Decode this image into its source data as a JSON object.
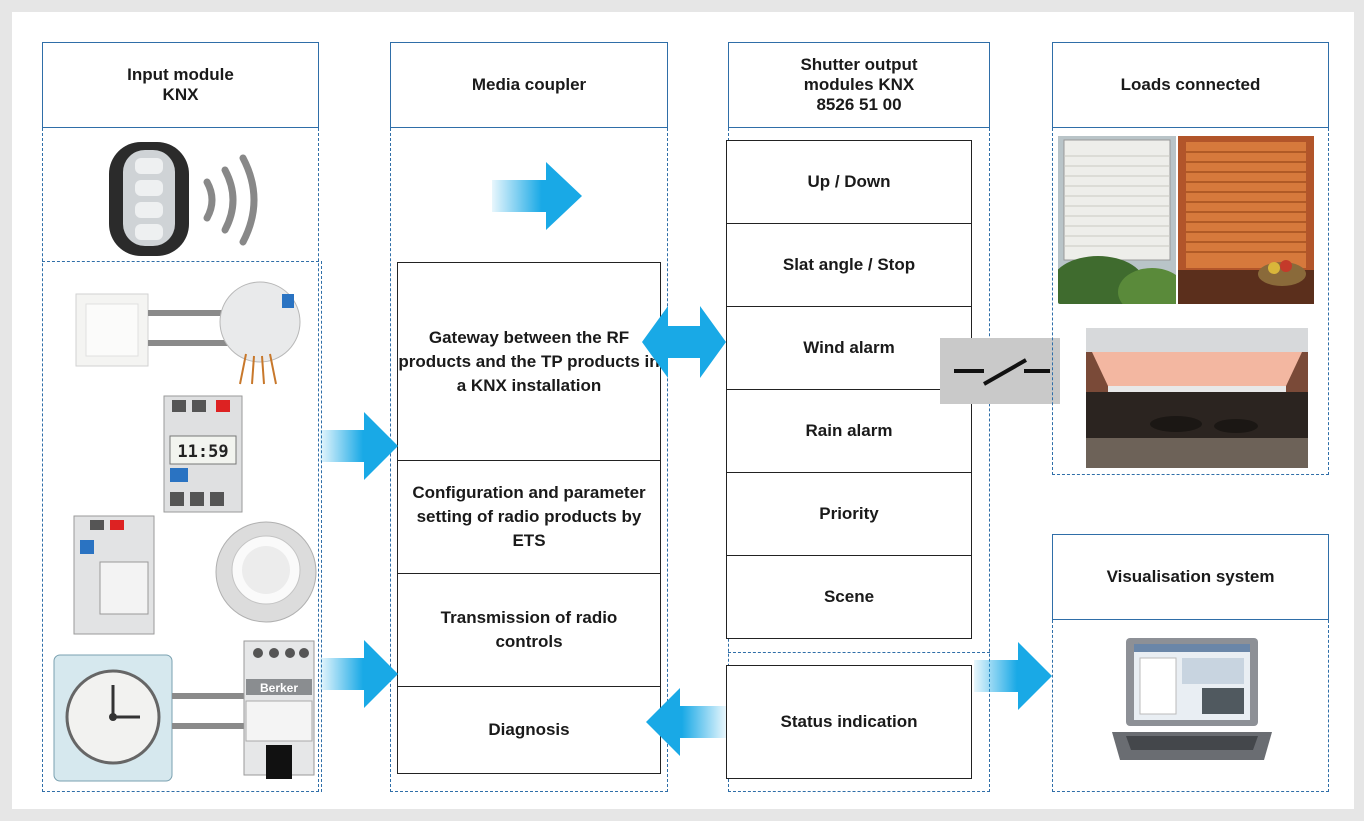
{
  "columns": {
    "input": {
      "title_line1": "Input module",
      "title_line2": "KNX"
    },
    "coupler": {
      "title": "Media coupler",
      "functions": [
        "Gateway between the RF products and the TP products in a KNX installation",
        "Configuration and parameter setting of radio products by ETS",
        "Transmission of radio controls",
        "Diagnosis"
      ]
    },
    "shutter": {
      "title_line1": "Shutter output",
      "title_line2": "modules KNX",
      "title_line3": "8526 51 00",
      "functions": [
        "Up / Down",
        "Slat angle / Stop",
        "Wind alarm",
        "Rain alarm",
        "Priority",
        "Scene"
      ],
      "status": "Status indication"
    },
    "loads": {
      "title": "Loads connected"
    },
    "visual": {
      "title": "Visualisation system"
    }
  },
  "devices": {
    "lcd_text": "11:59",
    "brand": "Berker"
  },
  "colors": {
    "frame": "#2f6ea8",
    "arrow": "#19a9e6",
    "background": "#e6e6e6"
  }
}
